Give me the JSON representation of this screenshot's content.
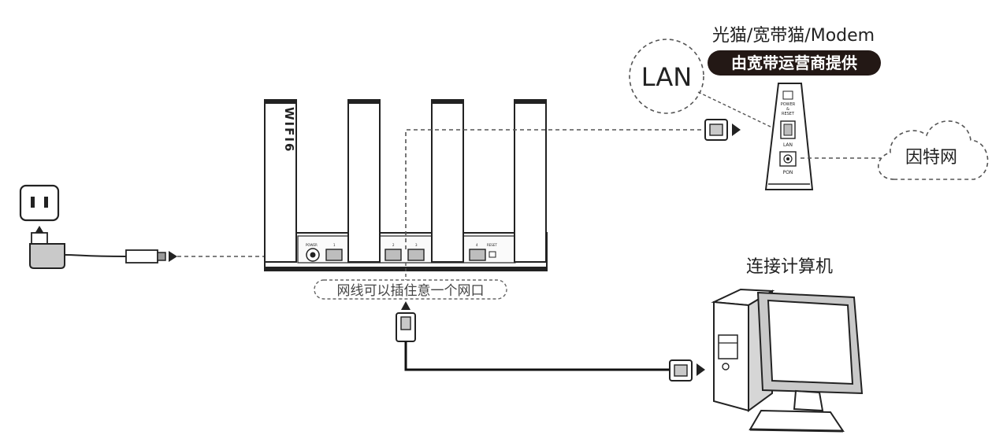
{
  "modem": {
    "title": "光猫/宽带猫/Modem",
    "subtitle": "由宽带运营商提供",
    "lan_callout": "LAN",
    "port_power_reset_lines": [
      "POWER",
      "&",
      "RESET"
    ],
    "port_lan": "LAN",
    "port_pon": "PON"
  },
  "internet": {
    "label": "因特网"
  },
  "computer": {
    "label": "连接计算机"
  },
  "router": {
    "logo_text": "WIFI6",
    "note": "网线可以插住意一个网口",
    "port_labels": [
      "POWER",
      "1",
      "2",
      "3",
      "4",
      "RESET"
    ]
  },
  "colors": {
    "line": "#222222",
    "dashed": "#555555",
    "device_fill": "#ffffff",
    "port_fill": "#bdbdbd",
    "badge_fill": "#231815",
    "badge_text": "#ffffff"
  }
}
